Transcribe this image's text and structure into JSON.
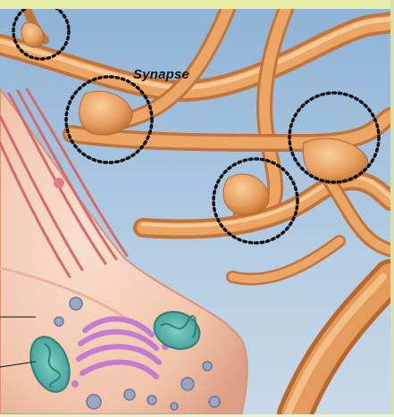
{
  "figure": {
    "label": "Synapse",
    "callout_count": 4
  },
  "colors": {
    "top_band": "#e6eea8",
    "right_band": "#d8e2a0",
    "background_sky": "#a9c6de",
    "dendrite_fill": "#e59b5c",
    "dendrite_highlight": "#f5c58f",
    "dendrite_shadow": "#b8672e",
    "cell_body": "#f3c9b2",
    "cell_fibers": "#d56a6a",
    "golgi": "#c57bd0",
    "mitochondria": "#58b8b0",
    "vesicles": "#9aa6c4",
    "callout_circle": "#111111",
    "label_text": "#111111"
  },
  "structures": [
    {
      "name": "synapse-circle-top-left"
    },
    {
      "name": "synapse-circle-upper-left"
    },
    {
      "name": "synapse-circle-center"
    },
    {
      "name": "synapse-circle-right"
    }
  ]
}
